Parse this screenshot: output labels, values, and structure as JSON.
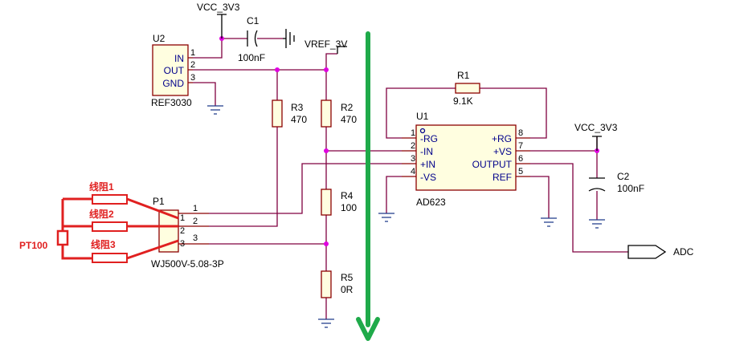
{
  "power": {
    "vcc_top": "VCC_3V3",
    "vref": "VREF_3V",
    "vcc_right": "VCC_3V3"
  },
  "u2": {
    "ref": "U2",
    "part": "REF3030",
    "pins": [
      {
        "num": "1",
        "name": "IN"
      },
      {
        "num": "2",
        "name": "OUT"
      },
      {
        "num": "3",
        "name": "GND"
      }
    ]
  },
  "c1": {
    "ref": "C1",
    "value": "100nF"
  },
  "c2": {
    "ref": "C2",
    "value": "100nF"
  },
  "r1": {
    "ref": "R1",
    "value": "9.1K"
  },
  "r2": {
    "ref": "R2",
    "value": "470"
  },
  "r3": {
    "ref": "R3",
    "value": "470"
  },
  "r4": {
    "ref": "R4",
    "value": "100"
  },
  "r5": {
    "ref": "R5",
    "value": "0R"
  },
  "u1": {
    "ref": "U1",
    "part": "AD623",
    "pins_left": [
      {
        "num": "1",
        "name": "-RG"
      },
      {
        "num": "2",
        "name": "-IN"
      },
      {
        "num": "3",
        "name": "+IN"
      },
      {
        "num": "4",
        "name": "-VS"
      }
    ],
    "pins_right": [
      {
        "num": "8",
        "name": "+RG"
      },
      {
        "num": "7",
        "name": "+VS"
      },
      {
        "num": "6",
        "name": "OUTPUT"
      },
      {
        "num": "5",
        "name": "REF"
      }
    ]
  },
  "p1": {
    "ref": "P1",
    "part": "WJ500V-5.08-3P",
    "pins": [
      "1",
      "2",
      "3"
    ]
  },
  "sensor": {
    "name": "PT100",
    "leads": [
      "线阻1",
      "线阻2",
      "线阻3"
    ]
  },
  "output_port": "ADC",
  "colors": {
    "wire": "#800040",
    "junction": "#e000e0",
    "annotation": "#e02020",
    "arrow": "#1faa4a"
  }
}
